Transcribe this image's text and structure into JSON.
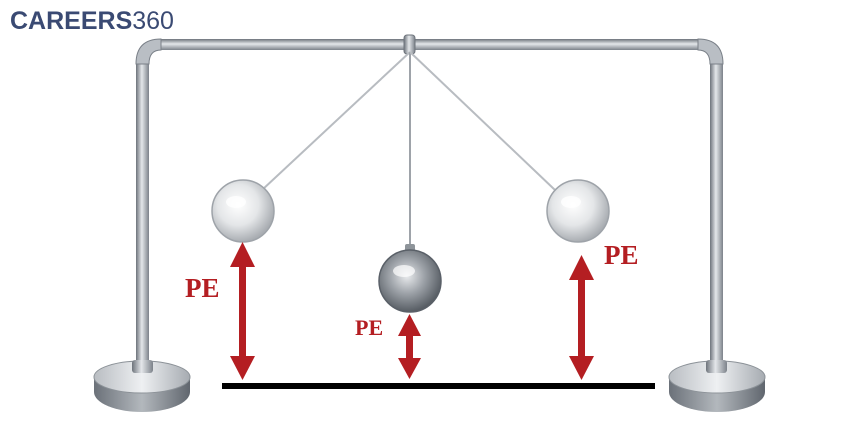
{
  "logo": {
    "brand": "CAREERS",
    "number": "360",
    "brand_color": "#3a4a73",
    "number_color": "#3a4a73"
  },
  "labels": {
    "pe_left": "PE",
    "pe_center": "PE",
    "pe_right": "PE"
  },
  "colors": {
    "arrow": "#b41e22",
    "ground": "#000000",
    "frame": "#9aa0a8"
  }
}
